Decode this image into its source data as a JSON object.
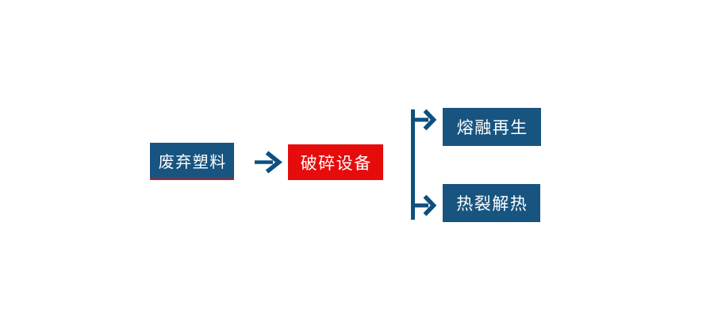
{
  "diagram": {
    "nodes": {
      "source": {
        "label": "废弃塑料"
      },
      "process": {
        "label": "破碎设备"
      },
      "output_top": {
        "label": "熔融再生"
      },
      "output_bottom": {
        "label": "热裂解热"
      }
    },
    "colors": {
      "node_blue": "#185480",
      "node_red": "#e60c0c",
      "arrow_blue": "#0d5080",
      "underline_red": "#c11b1e",
      "label_white": "#ffffff",
      "background": "#ffffff"
    }
  }
}
